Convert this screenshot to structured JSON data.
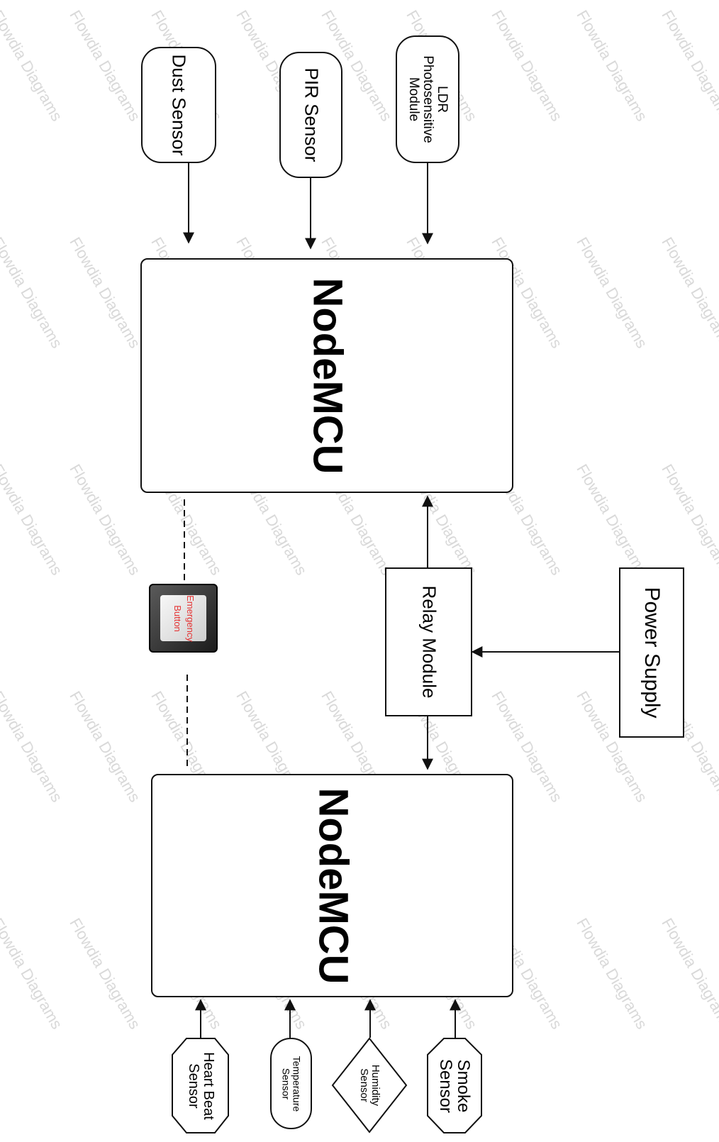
{
  "watermark": "Flowdia Diagrams",
  "controllers": {
    "top": "NodeMCU",
    "bottom": "NodeMCU"
  },
  "top_sensors": {
    "dust": "Dust Sensor",
    "pir": "PIR Sensor",
    "ldr": "LDR\nPhotosensitive\nModule"
  },
  "middle": {
    "relay": "Relay Module",
    "power": "Power Supply",
    "emergency_button": "Emergency\nButton"
  },
  "bottom_sensors": {
    "heart": "Heart Beat\nSensor",
    "temperature": "Temperature\nSensor",
    "humidity": "Humidity\nSensor",
    "smoke": "Smoke\nSensor"
  },
  "colors": {
    "stroke": "#111111",
    "button_text": "#e53333",
    "watermark": "#d9d9d9"
  }
}
